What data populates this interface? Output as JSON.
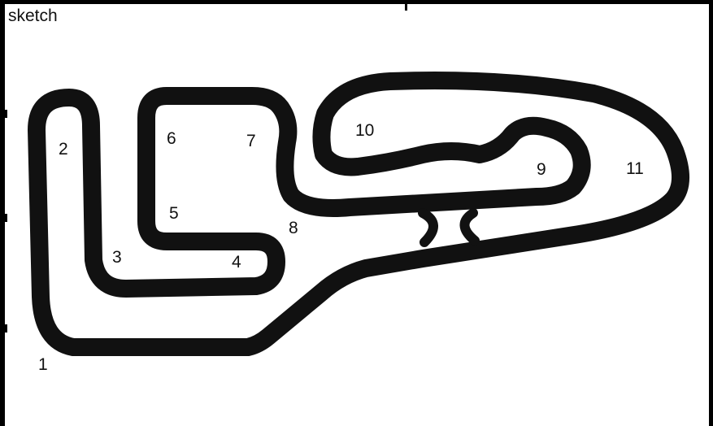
{
  "title": "sketch",
  "corners": [
    {
      "id": "1",
      "label": "1"
    },
    {
      "id": "2",
      "label": "2"
    },
    {
      "id": "3",
      "label": "3"
    },
    {
      "id": "4",
      "label": "4"
    },
    {
      "id": "5",
      "label": "5"
    },
    {
      "id": "6",
      "label": "6"
    },
    {
      "id": "7",
      "label": "7"
    },
    {
      "id": "8",
      "label": "8"
    },
    {
      "id": "9",
      "label": "9"
    },
    {
      "id": "10",
      "label": "10"
    },
    {
      "id": "11",
      "label": "11"
    }
  ],
  "colors": {
    "track": "#111111",
    "background": "#ffffff"
  }
}
